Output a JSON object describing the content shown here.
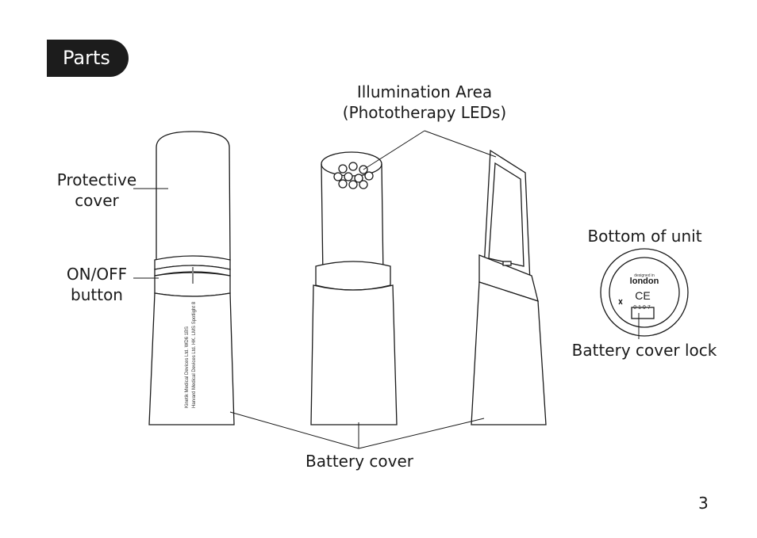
{
  "section_title": "Parts",
  "labels": {
    "illumination": [
      "Illumination Area",
      "(Phototherapy LEDs)"
    ],
    "protective_cover": [
      "Protective",
      "cover"
    ],
    "on_off": [
      "ON/OFF",
      "button"
    ],
    "bottom_of_unit": "Bottom of unit",
    "battery_cover_lock": "Battery cover lock",
    "battery_cover": "Battery cover"
  },
  "device_side_text": [
    "Kinetik Medical Devices Ltd. WD6 1BS",
    "Harvard Medical Devices Ltd. HK. LMS Spotlight 8"
  ],
  "bottom_badge": {
    "brand": "london",
    "brand_small": "designed in",
    "marks": "CE",
    "code": "0197"
  },
  "page_number": "3"
}
